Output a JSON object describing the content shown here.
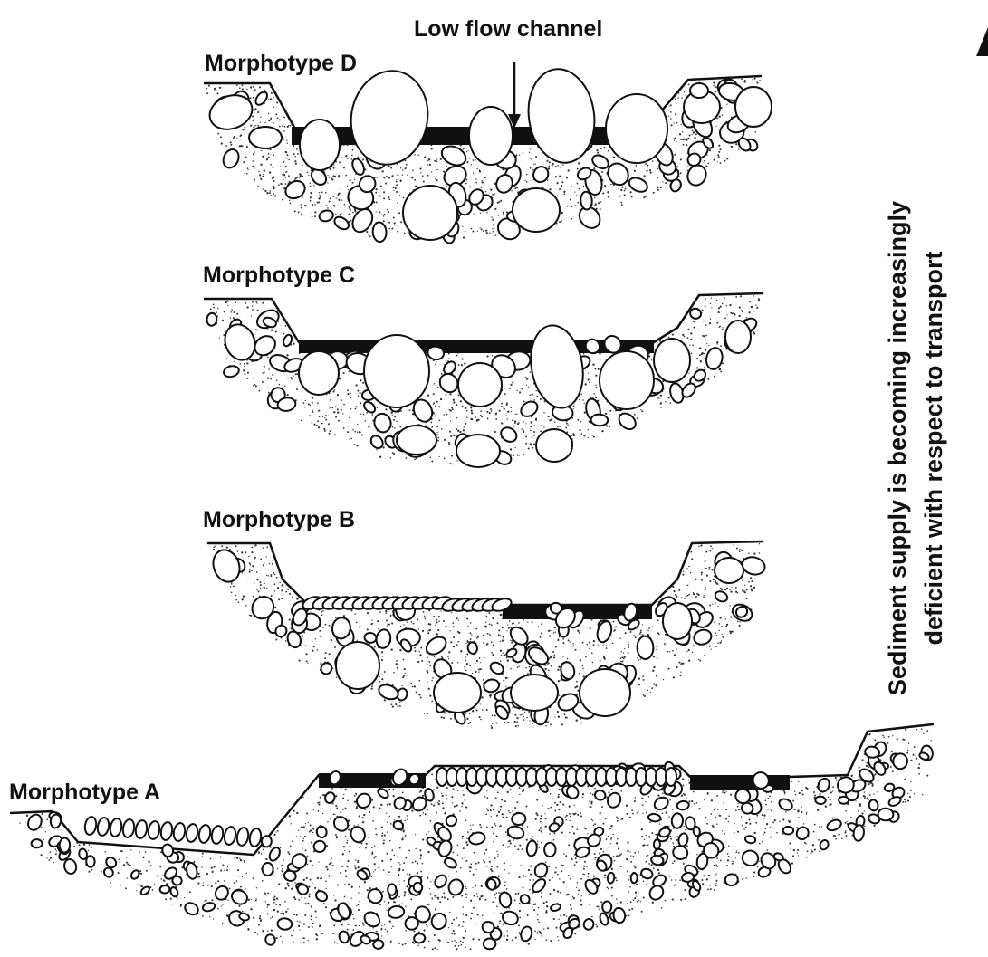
{
  "annotation": {
    "low_flow_channel": "Low flow channel"
  },
  "panels": [
    {
      "id": "D",
      "label": "Morphotype D"
    },
    {
      "id": "C",
      "label": "Morphotype C"
    },
    {
      "id": "B",
      "label": "Morphotype B"
    },
    {
      "id": "A",
      "label": "Morphotype A"
    }
  ],
  "side_text": {
    "line1": "Sediment supply is becoming increasingly",
    "line2": "deficient with respect to transport"
  },
  "colors": {
    "ink": "#111111",
    "paper": "#ffffff"
  }
}
